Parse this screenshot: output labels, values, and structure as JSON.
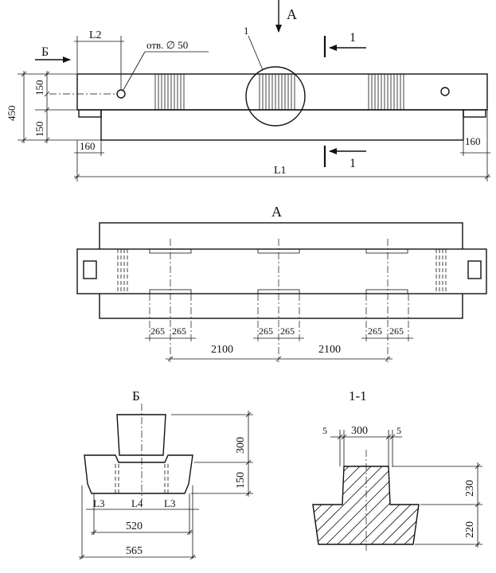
{
  "view_labels": {
    "arrow_a": "А",
    "arrow_b": "Б",
    "plan_a": "А",
    "end_b": "Б",
    "section_1_1": "1-1",
    "cut_mark_top": "1",
    "cut_mark_bottom": "1",
    "callout": "1"
  },
  "elevation": {
    "hole_note": "отв. ∅ 50",
    "l2": "L2",
    "l1": "L1",
    "height_total": "450",
    "height_upper": "150",
    "height_lower": "150",
    "end_left": "160",
    "end_right": "160"
  },
  "plan": {
    "pitch_1": "2100",
    "pitch_2": "2100",
    "half_spacing": [
      "265",
      "265",
      "265",
      "265",
      "265",
      "265"
    ]
  },
  "end_view": {
    "h_top": "300",
    "h_bottom": "150",
    "l3_left": "L3",
    "l4": "L4",
    "l3_right": "L3",
    "w_inner": "520",
    "w_outer": "565"
  },
  "section": {
    "gap_left": "5",
    "top_width": "300",
    "gap_right": "5",
    "h_top": "230",
    "h_bottom": "220"
  }
}
